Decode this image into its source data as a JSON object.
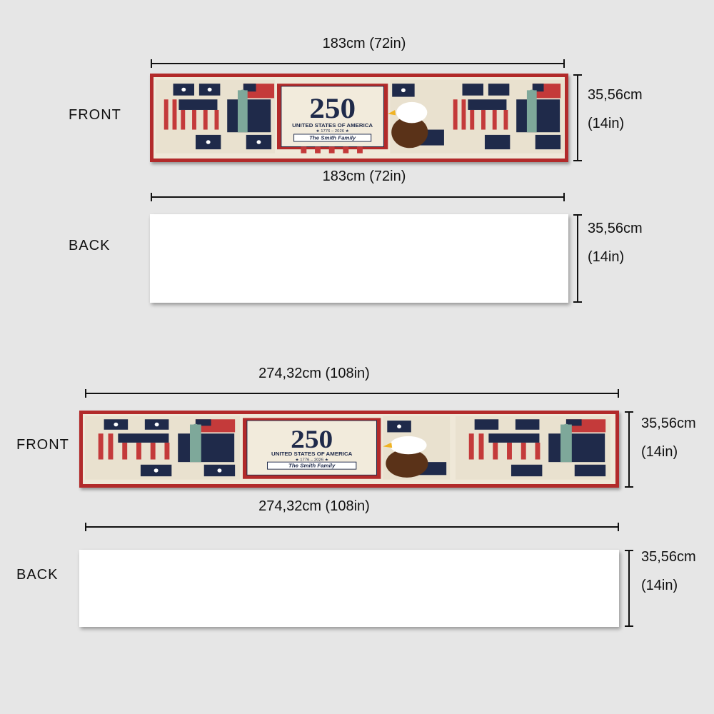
{
  "labels": {
    "front": "FRONT",
    "back": "BACK"
  },
  "small": {
    "width": "183cm (72in)",
    "height_cm": "35,56cm",
    "height_in": "(14in)"
  },
  "large": {
    "width": "274,32cm (108in)",
    "height_cm": "35,56cm",
    "height_in": "(14in)"
  },
  "design": {
    "number": "250",
    "country": "UNITED STATES OF AMERICA",
    "years": "★ 1776 – 2026 ★",
    "family": "The Smith Family"
  },
  "colors": {
    "red": "#b22a2a",
    "navy": "#1f2a4a",
    "cream": "#efe8d8",
    "eagle_brown": "#5a3218"
  }
}
